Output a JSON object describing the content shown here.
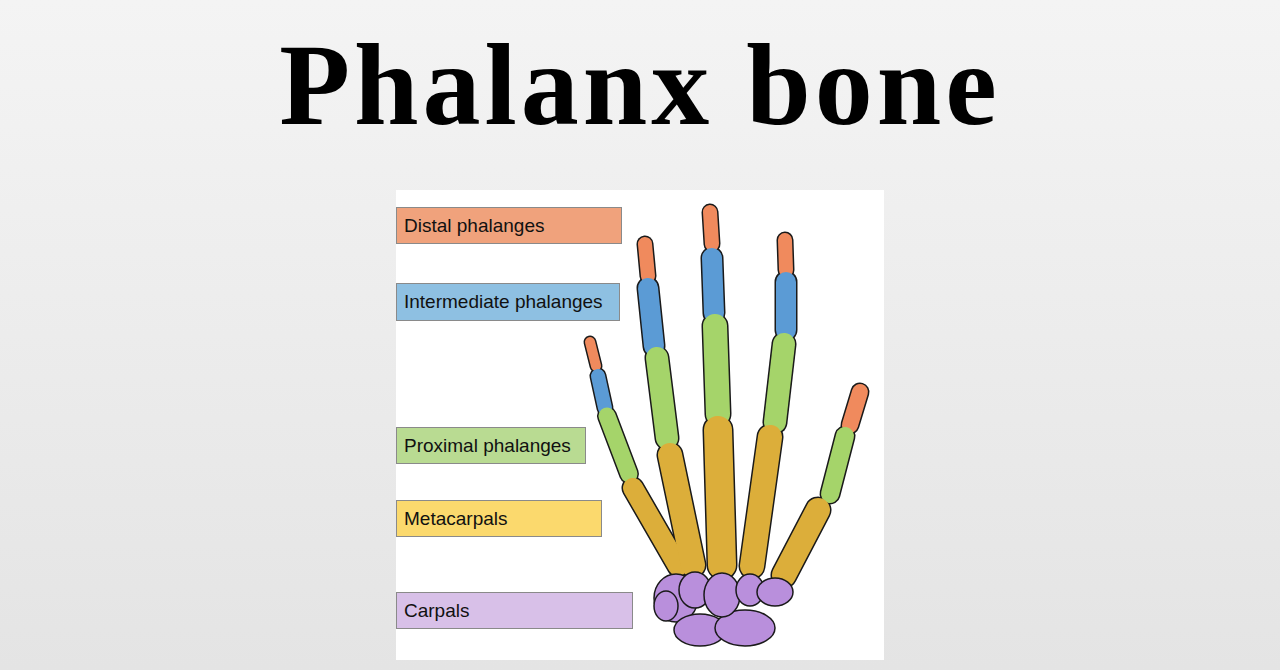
{
  "diagram": {
    "title": "Phalanx bone",
    "nodes": [
      {
        "text": [
          "Distal phalanges"
        ]
      },
      {
        "text": [
          "Intermediate phalanges"
        ]
      },
      {
        "text": [
          "Proximal phalanges"
        ]
      },
      {
        "text": [
          "Metacarpals"
        ]
      },
      {
        "text": [
          "Carpals"
        ]
      }
    ]
  }
}
